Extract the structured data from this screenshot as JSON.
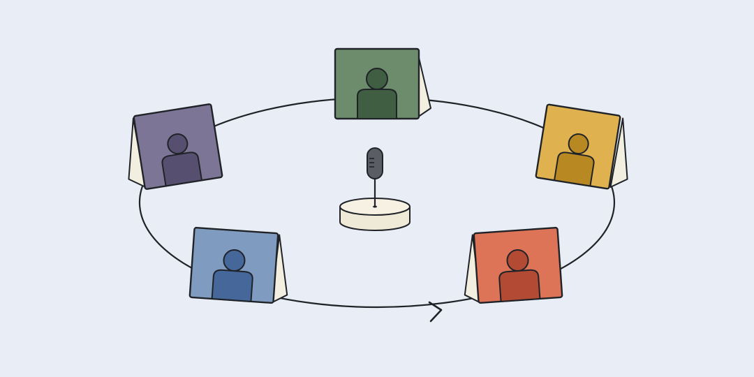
{
  "diagram": {
    "background": "#e9edf5",
    "stroke": "#1f2328",
    "tent_side_color": "#f3efe0",
    "microphone": {
      "icon": "microphone-icon",
      "head_color": "#5a5d63",
      "base_color": "#efe9d7"
    },
    "loop": {
      "icon": "arrow-right-icon",
      "direction": "clockwise"
    },
    "cards": [
      {
        "id": "top",
        "icon": "person-icon",
        "card_color": "#6d8c6b",
        "figure_color": "#3f5e42"
      },
      {
        "id": "upper-right",
        "icon": "person-icon",
        "card_color": "#e0b24f",
        "figure_color": "#b88922"
      },
      {
        "id": "lower-right",
        "icon": "person-icon",
        "card_color": "#dd7357",
        "figure_color": "#b24a34"
      },
      {
        "id": "lower-left",
        "icon": "person-icon",
        "card_color": "#7f9cc0",
        "figure_color": "#46679a"
      },
      {
        "id": "upper-left",
        "icon": "person-icon",
        "card_color": "#7d7596",
        "figure_color": "#574f70"
      }
    ]
  }
}
